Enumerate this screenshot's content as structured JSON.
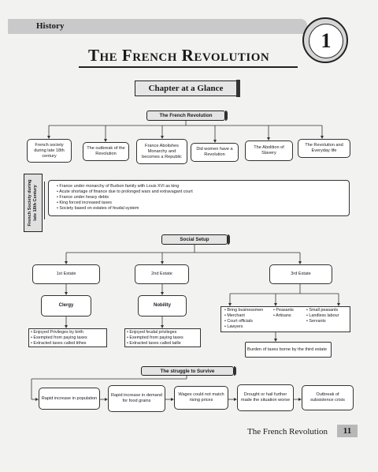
{
  "header": {
    "subject": "History",
    "chapter_number": "1",
    "title": "The French Revolution"
  },
  "banner": {
    "label": "Chapter at a Glance"
  },
  "root": {
    "label": "The French Revolution"
  },
  "topics": [
    "French society during late 18th century",
    "The outbreak of the Revolution",
    "France Abolishes Monarchy and becomes a Republic",
    "Did women have a Revolution",
    "The Abolition of Slavery",
    "The Revolution and Everyday life"
  ],
  "society": {
    "side_label": "French Society during late 18th Century",
    "points": [
      "France under monarchy of Burbon family with Louis XVI as king",
      "Acute shortage of finance due to prolonged wars and extravagant court",
      "France under heavy debts",
      "King forced increased taxes",
      "Society based on estates of feudal system"
    ]
  },
  "social_setup": {
    "label": "Social Setup",
    "estates": [
      "1st Estate",
      "2nd Estate",
      "3rd Estate"
    ],
    "clergy": "Clergy",
    "nobility": "Nobility",
    "clergy_points": [
      "Enjoyed Privileges by birth",
      "Exempted from paying taxes",
      "Extracted taxes called tithes"
    ],
    "nobility_points": [
      "Enjoyed feudal privileges",
      "Exempted from paying taxes",
      "Extracted taxes called taille"
    ],
    "third_col1": [
      "Bring businessmen",
      "Merchant",
      "Court officials",
      "Lawyers"
    ],
    "third_col2": [
      "Peasants",
      "Artisans"
    ],
    "third_col3": [
      "Small peasants",
      "Landless labour",
      "Servants"
    ],
    "burden": "Burden of taxes borne by the third estate"
  },
  "struggle": {
    "label": "The struggle to Survive",
    "steps": [
      "Rapid increase in population",
      "Rapid increase in demand for food grains",
      "Wages could not match rising prices",
      "Drought or hail further made the situation worse",
      "Outbreak of subsistence crisis"
    ]
  },
  "footer": {
    "text": "The French Revolution",
    "page": "11"
  }
}
